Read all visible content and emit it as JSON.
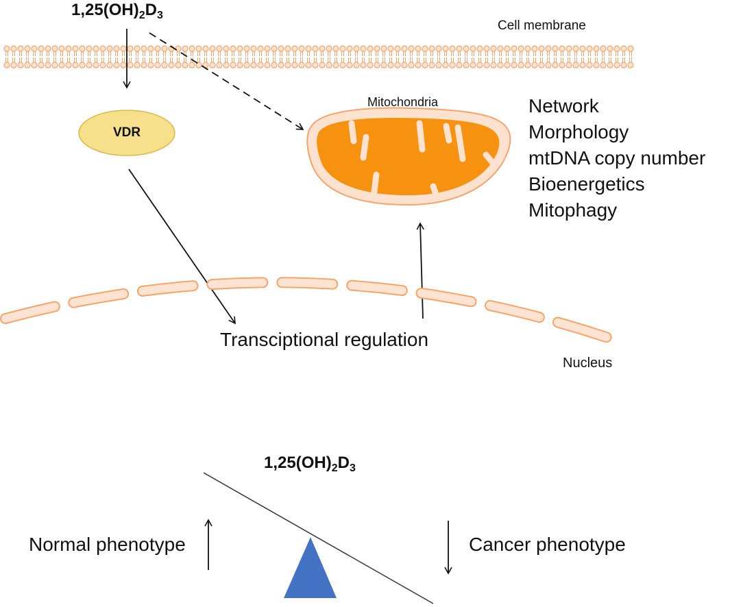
{
  "top": {
    "compound": {
      "base": "1,25(OH)",
      "sub1": "2",
      "mid": "D",
      "sub2": "3"
    },
    "cell_membrane_label": "Cell membrane",
    "receptor_label": "VDR",
    "mitochondria_label": "Mitochondria",
    "effects": [
      "Network",
      "Morphology",
      "mtDNA copy number",
      "Bioenergetics",
      "Mitophagy"
    ],
    "transcription_label": "Transciptional regulation",
    "nucleus_label": "Nucleus"
  },
  "bottom": {
    "compound": {
      "base": "1,25(OH)",
      "sub1": "2",
      "mid": "D",
      "sub2": "3"
    },
    "left_label": "Normal phenotype",
    "right_label": "Cancer phenotype"
  },
  "colors": {
    "membrane": "#f7a46b",
    "membrane_fill": "#fde4d2",
    "receptor_fill": "#f6e08c",
    "receptor_stroke": "#d9b94a",
    "mito_outer": "#fde2d0",
    "mito_inner": "#f6920f",
    "fulcrum": "#4472c4"
  }
}
